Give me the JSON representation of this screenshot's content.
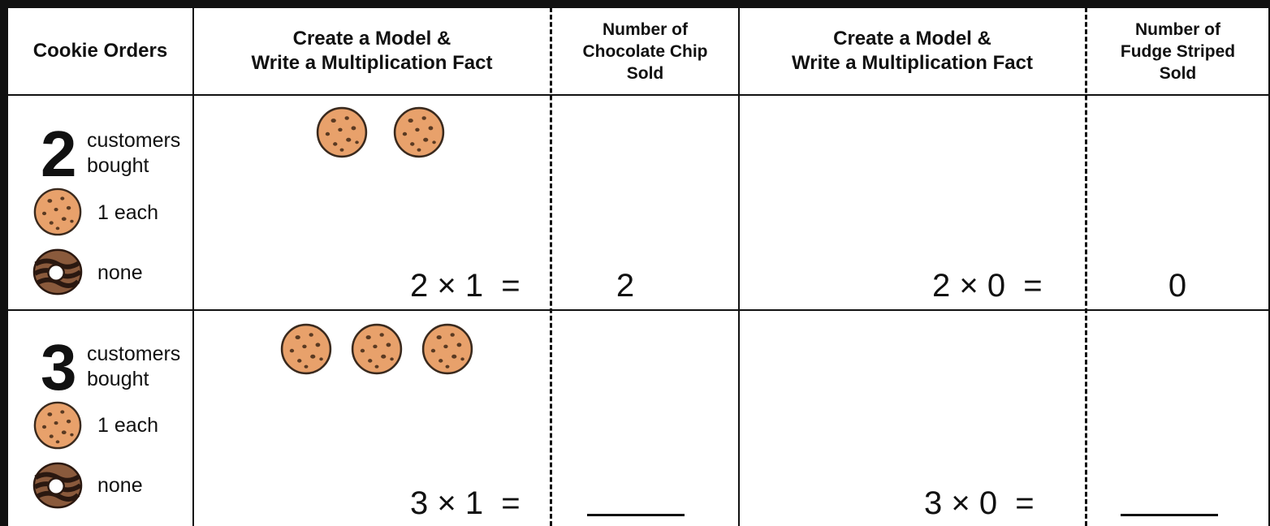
{
  "headers": {
    "orders": "Cookie Orders",
    "model1_line1": "Create a Model &",
    "model1_line2": "Write a Multiplication Fact",
    "choc_line1": "Number of",
    "choc_line2": "Chocolate Chip",
    "choc_line3": "Sold",
    "model2_line1": "Create a Model &",
    "model2_line2": "Write a Multiplication Fact",
    "fudge_line1": "Number of",
    "fudge_line2": "Fudge Striped",
    "fudge_line3": "Sold"
  },
  "rows": [
    {
      "customers": "2",
      "customers_line1": "customers",
      "customers_line2": "bought",
      "choc_each": "1 each",
      "fudge_each": "none",
      "choc_fact": "2 × 1  =",
      "choc_answer": "2",
      "fudge_fact": "2 × 0  =",
      "fudge_answer": "0",
      "model_cookies": 2
    },
    {
      "customers": "3",
      "customers_line1": "customers",
      "customers_line2": "bought",
      "choc_each": "1 each",
      "fudge_each": "none",
      "choc_fact": "3 × 1  =",
      "choc_answer": "",
      "fudge_fact": "3 × 0  =",
      "fudge_answer": "",
      "model_cookies": 3
    }
  ],
  "icons": {
    "chocolate_chip": "chocolate-chip-cookie-icon",
    "fudge_striped": "fudge-striped-cookie-icon"
  },
  "colors": {
    "cookie_fill": "#e8a16b",
    "cookie_chip": "#5a3a22",
    "fudge_dark": "#3b2417",
    "fudge_light": "#8a5a3c",
    "lines": "#111111"
  }
}
